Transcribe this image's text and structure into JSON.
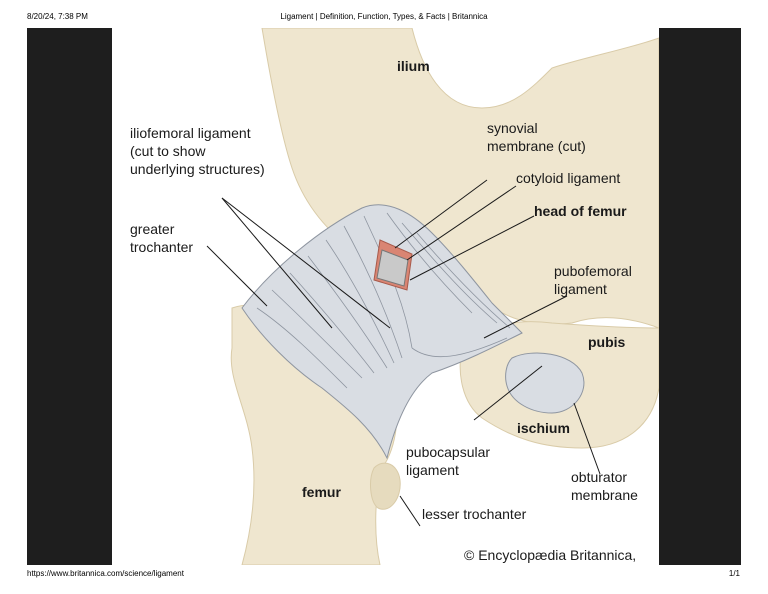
{
  "print_header": {
    "datetime": "8/20/24, 7:38 PM",
    "page_title": "Ligament | Definition, Function, Types, & Facts | Britannica"
  },
  "print_footer": {
    "url": "https://www.britannica.com/science/ligament",
    "page_number": "1/1"
  },
  "figure": {
    "labels": {
      "ilium": "ilium",
      "iliofemoral": "iliofemoral ligament\n(cut to show\nunderlying structures)",
      "greater_trochanter": "greater\ntrochanter",
      "synovial": "synovial\nmembrane (cut)",
      "cotyloid": "cotyloid ligament",
      "head_of_femur": "head of femur",
      "pubofemoral": "pubofemoral\nligament",
      "pubis": "pubis",
      "ischium": "ischium",
      "pubocapsular": "pubocapsular\nligament",
      "obturator": "obturator\nmembrane",
      "femur": "femur",
      "lesser_trochanter": "lesser trochanter"
    },
    "copyright": "© Encyclopædia Britannica, Inc.",
    "colors": {
      "bone": "#efe6cf",
      "bone_shade": "#d9cba8",
      "ligament": "#d9dde3",
      "ligament_line": "#8e95a0",
      "synovial": "#d98573",
      "frame": "#1e1e1e"
    }
  }
}
